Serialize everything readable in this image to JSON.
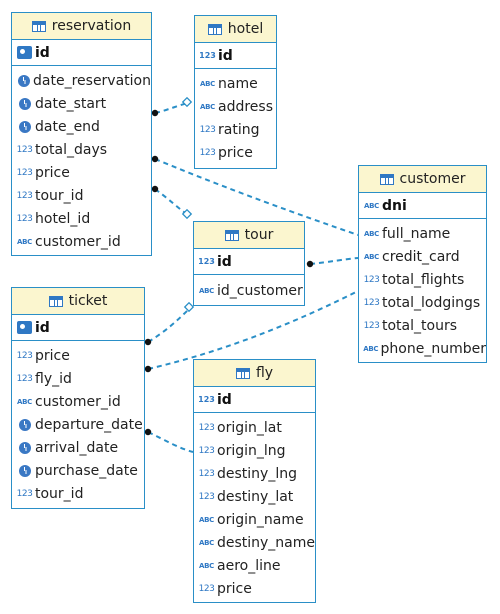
{
  "tables": {
    "reservation": {
      "name": "reservation",
      "pk": "id",
      "columns": [
        {
          "name": "date_reservation",
          "type": "date"
        },
        {
          "name": "date_start",
          "type": "date"
        },
        {
          "name": "date_end",
          "type": "date"
        },
        {
          "name": "total_days",
          "type": "num"
        },
        {
          "name": "price",
          "type": "num"
        },
        {
          "name": "tour_id",
          "type": "num"
        },
        {
          "name": "hotel_id",
          "type": "num"
        },
        {
          "name": "customer_id",
          "type": "text"
        }
      ]
    },
    "hotel": {
      "name": "hotel",
      "pk": "id",
      "columns": [
        {
          "name": "name",
          "type": "text"
        },
        {
          "name": "address",
          "type": "text"
        },
        {
          "name": "rating",
          "type": "num"
        },
        {
          "name": "price",
          "type": "num"
        }
      ]
    },
    "customer": {
      "name": "customer",
      "pk": "dni",
      "columns": [
        {
          "name": "full_name",
          "type": "text"
        },
        {
          "name": "credit_card",
          "type": "text"
        },
        {
          "name": "total_flights",
          "type": "num"
        },
        {
          "name": "total_lodgings",
          "type": "num"
        },
        {
          "name": "total_tours",
          "type": "num"
        },
        {
          "name": "phone_number",
          "type": "text"
        }
      ]
    },
    "tour": {
      "name": "tour",
      "pk": "id",
      "columns": [
        {
          "name": "id_customer",
          "type": "text"
        }
      ]
    },
    "ticket": {
      "name": "ticket",
      "pk": "id",
      "columns": [
        {
          "name": "price",
          "type": "num"
        },
        {
          "name": "fly_id",
          "type": "num"
        },
        {
          "name": "customer_id",
          "type": "text"
        },
        {
          "name": "departure_date",
          "type": "date"
        },
        {
          "name": "arrival_date",
          "type": "date"
        },
        {
          "name": "purchase_date",
          "type": "date"
        },
        {
          "name": "tour_id",
          "type": "num"
        }
      ]
    },
    "fly": {
      "name": "fly",
      "pk": "id",
      "columns": [
        {
          "name": "origin_lat",
          "type": "num"
        },
        {
          "name": "origin_lng",
          "type": "num"
        },
        {
          "name": "destiny_lng",
          "type": "num"
        },
        {
          "name": "destiny_lat",
          "type": "num"
        },
        {
          "name": "origin_name",
          "type": "text"
        },
        {
          "name": "destiny_name",
          "type": "text"
        },
        {
          "name": "aero_line",
          "type": "text"
        },
        {
          "name": "price",
          "type": "num"
        }
      ]
    }
  },
  "icons": {
    "num": "123",
    "text": "ABC",
    "date": "clock-icon"
  },
  "colors": {
    "border": "#2a8fc7",
    "header_bg": "#fbf6cf",
    "link": "#2a8fc7",
    "icon": "#2f78c4"
  }
}
